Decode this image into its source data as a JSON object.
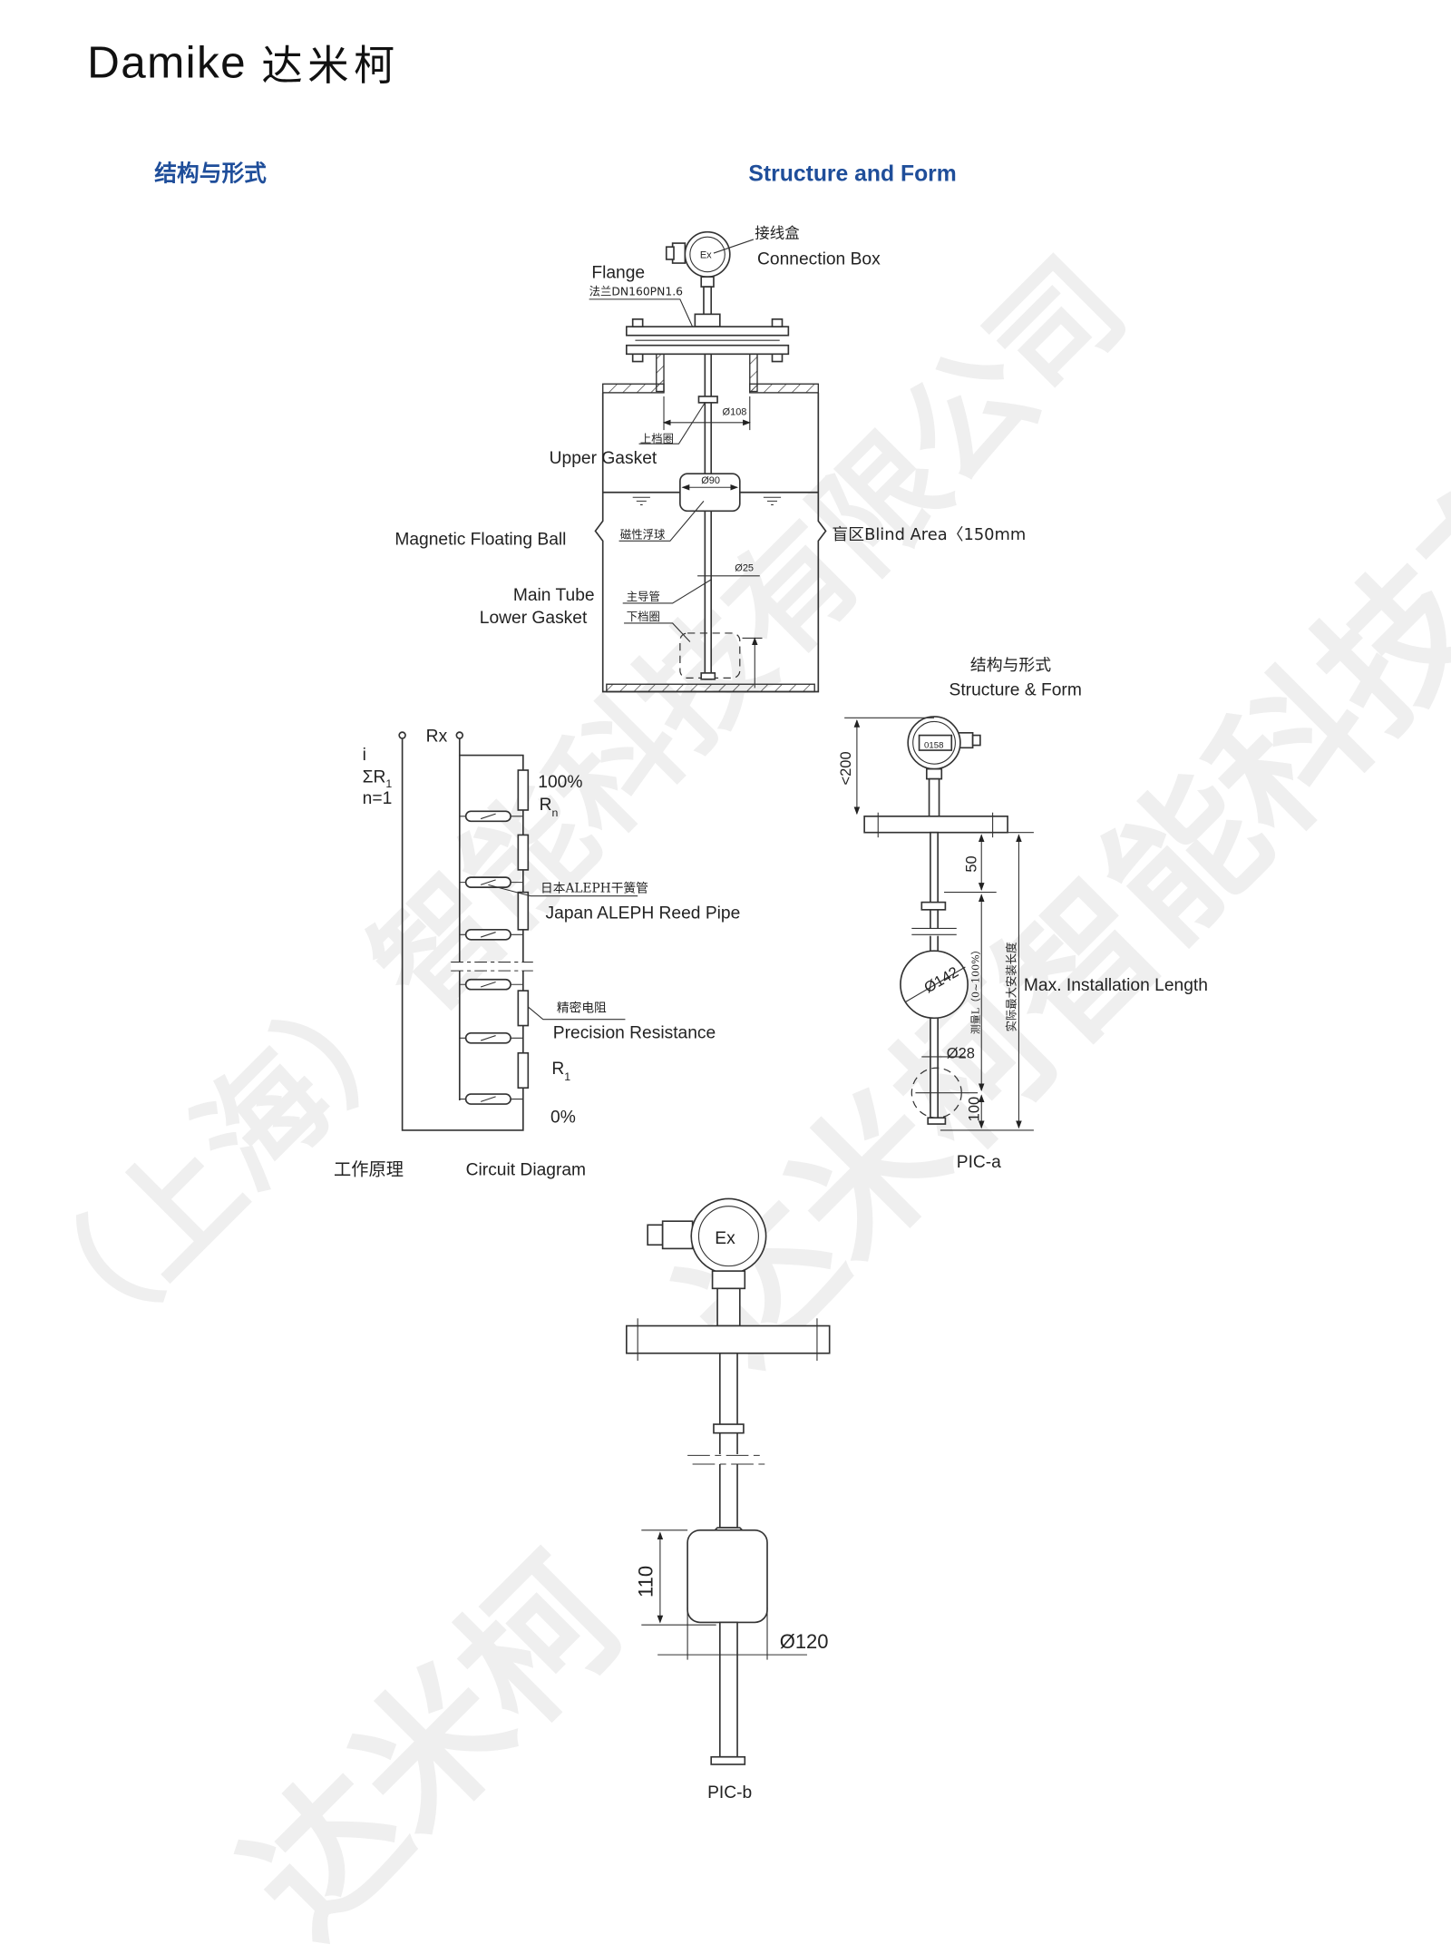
{
  "logo": {
    "latin": "Damike",
    "chinese": "达米柯",
    "accent_color": "#c8561c"
  },
  "watermark": {
    "text_1": "达米柯智能科技有限公司",
    "text_2": "（上海）智能科技有限公司",
    "text_3": "达米柯"
  },
  "header": {
    "title_cn": "结构与形式",
    "title_en": "Structure and Form",
    "color": "#1f4e9a"
  },
  "tank_diagram": {
    "connection_box_cn": "接线盒",
    "connection_box_en": "Connection Box",
    "box_mark": "Ex",
    "flange_en": "Flange",
    "flange_cn": "法兰DN160PN1.6",
    "dia_108": "Ø108",
    "upper_gasket_cn": "上档圈",
    "upper_gasket_en": "Upper Gasket",
    "dia_90": "Ø90",
    "float_ball_cn": "磁性浮球",
    "float_ball_en": "Magnetic Floating Ball",
    "blind_area": "盲区Blind Area〈150mm",
    "dia_25": "Ø25",
    "main_tube_cn": "主导管",
    "main_tube_en": "Main Tube",
    "lower_gasket_cn": "下档圈",
    "lower_gasket_en": "Lower Gasket"
  },
  "circuit": {
    "i": "i",
    "sum": "ΣR",
    "sum_sub": "1",
    "n": "n=1",
    "rx": "Rx",
    "pct100": "100%",
    "rn": "R",
    "rn_sub": "n",
    "reed_cn": "日本ALEPH干簧管",
    "reed_en": "Japan ALEPH Reed Pipe",
    "res_cn": "精密电阻",
    "res_en": "Precision Resistance",
    "r1": "R",
    "r1_sub": "1",
    "pct0": "0%",
    "caption_cn": "工作原理",
    "caption_en": "Circuit Diagram"
  },
  "pic_a": {
    "title_cn": "结构与形式",
    "title_en": "Structure & Form",
    "display": "0158",
    "dim_200": "<200",
    "dim_50": "50",
    "dim_142": "Ø142",
    "measure": "测量L（0~100%）",
    "max_len_cn": "实际最大安装长度",
    "max_len_en": "Max. Installation Length",
    "dim_28": "Ø28",
    "dim_100": "100",
    "caption": "PIC-a"
  },
  "pic_b": {
    "box_mark": "Ex",
    "dim_110": "110",
    "dim_120": "Ø120",
    "caption": "PIC-b"
  }
}
